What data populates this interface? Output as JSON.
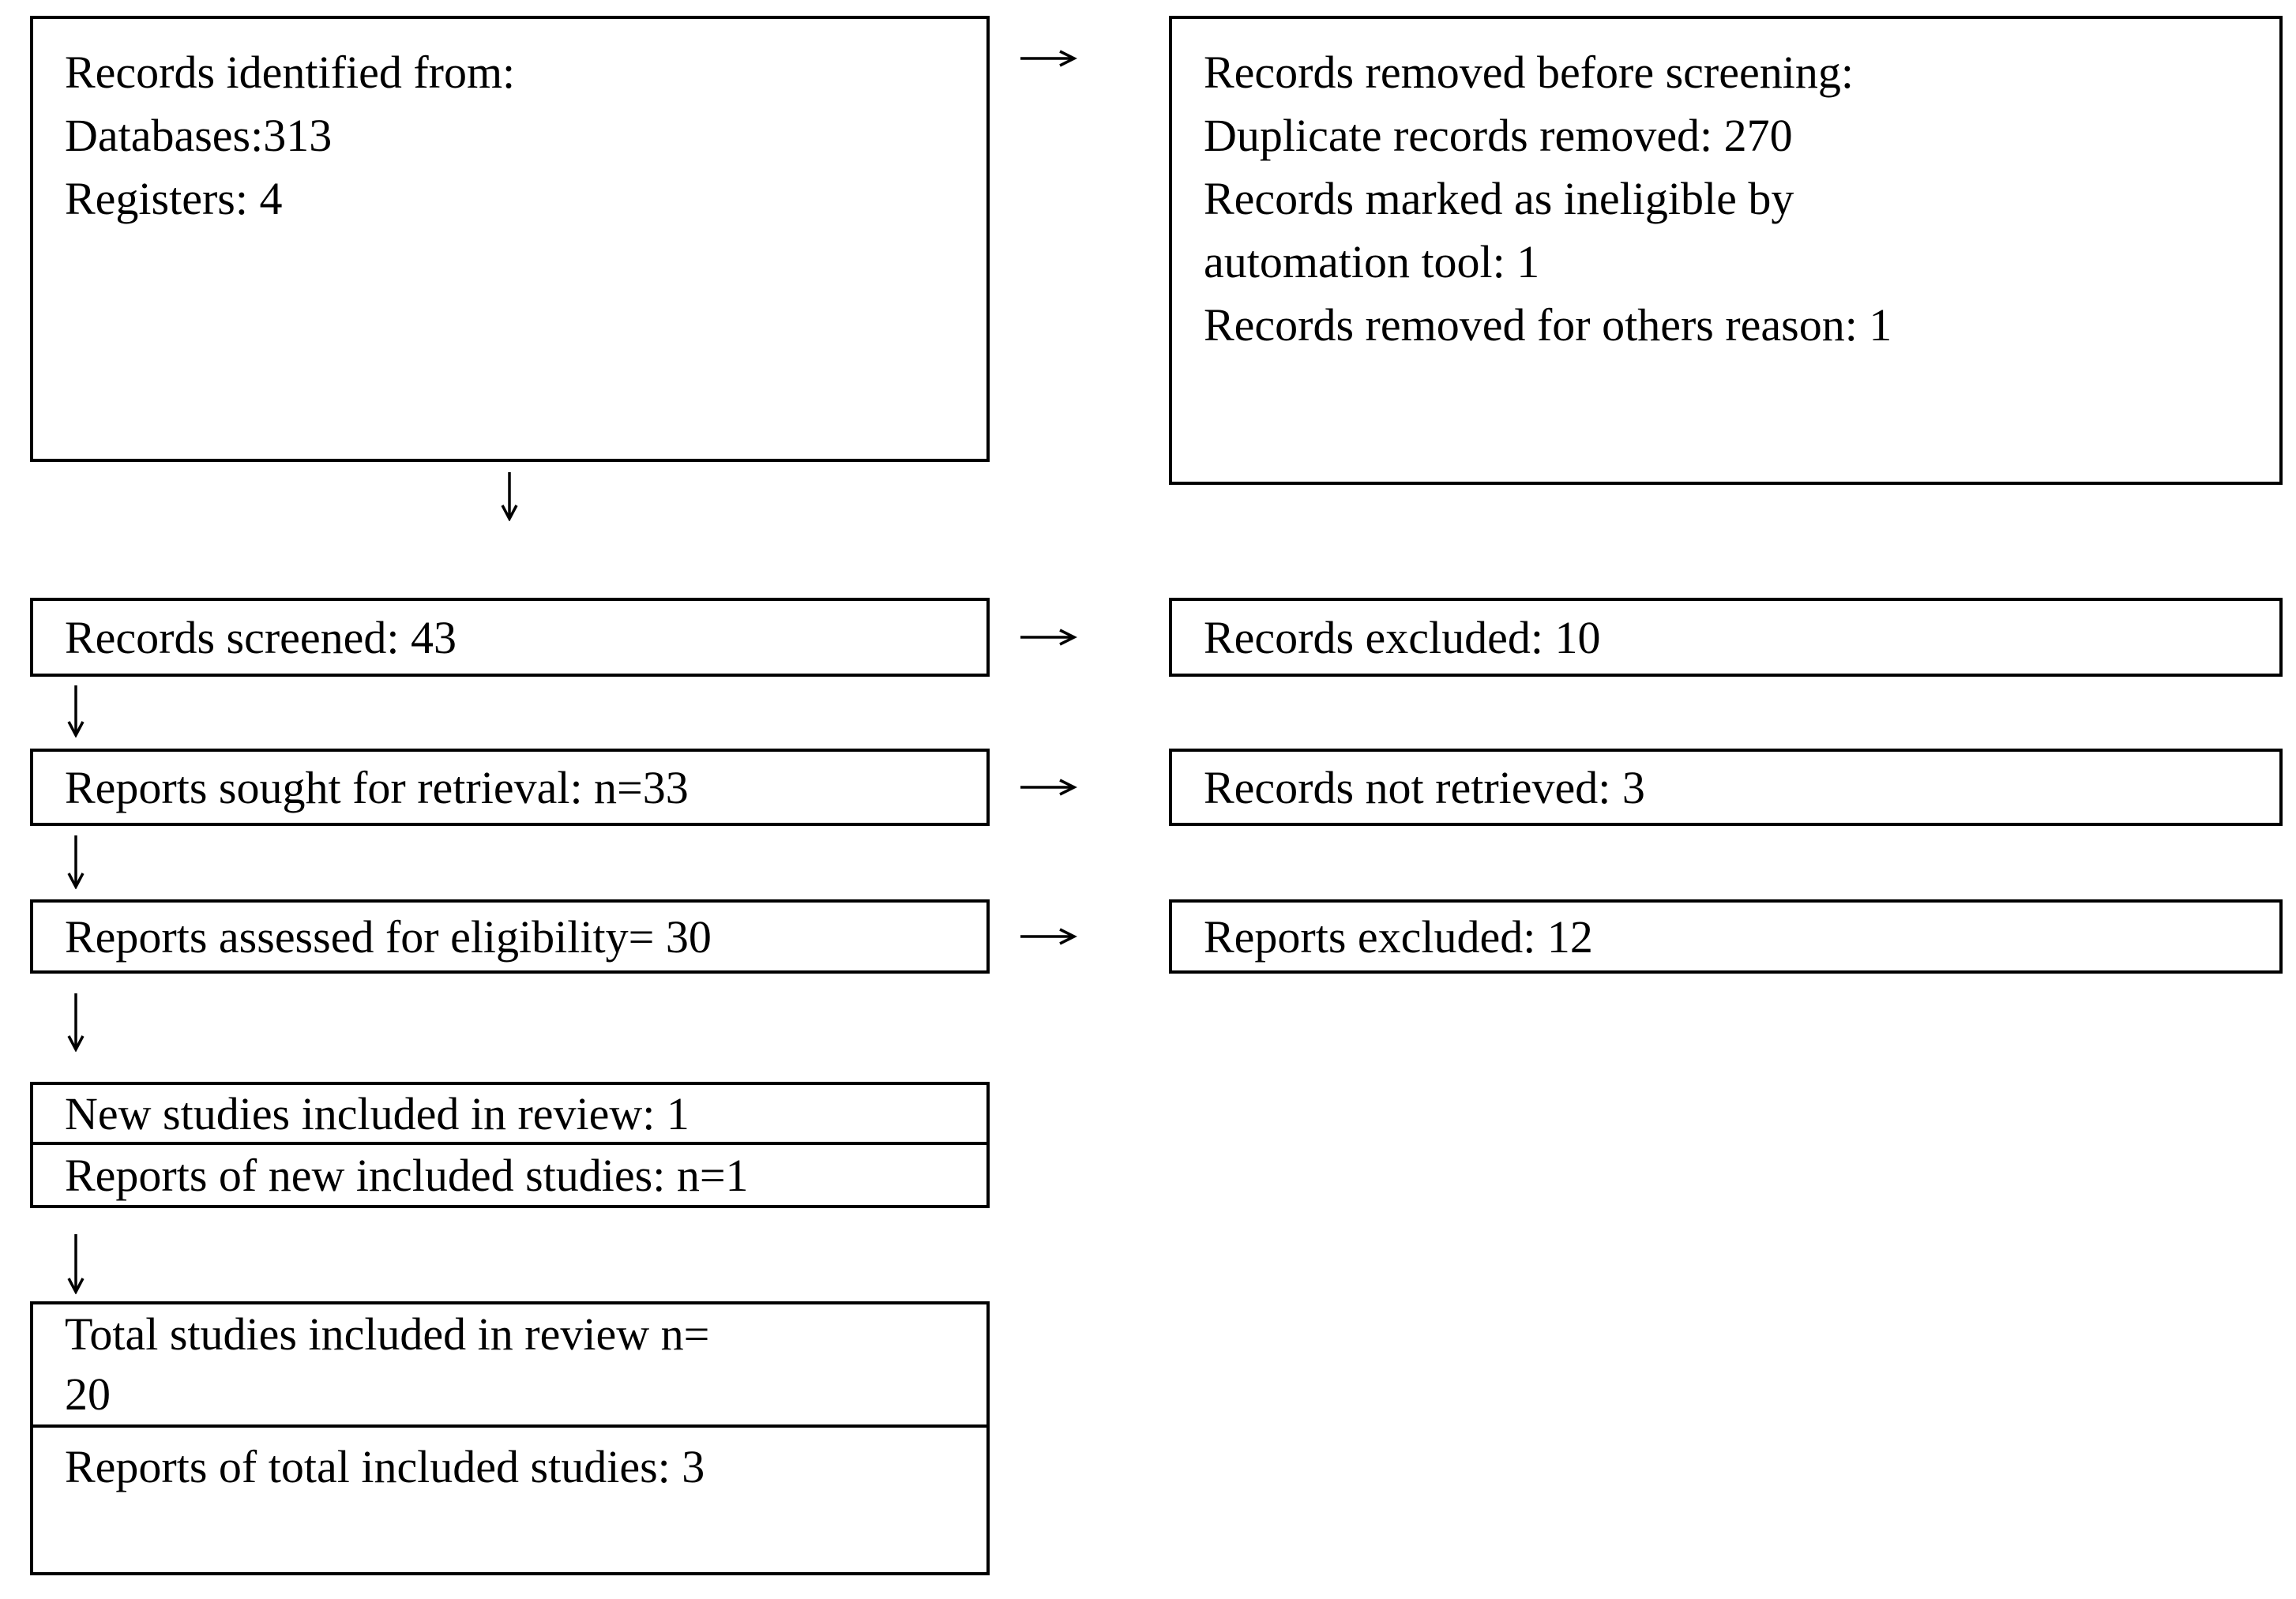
{
  "flow": {
    "identification": {
      "left_lines": [
        "Records identified from:",
        "Databases:313",
        "Registers: 4"
      ],
      "right_lines": [
        "Records removed before screening:",
        "Duplicate records removed: 270",
        "Records marked as ineligible by",
        "automation tool: 1",
        "Records removed for others reason: 1"
      ]
    },
    "screening": {
      "screened": "Records screened: 43",
      "records_excluded": "Records excluded: 10",
      "sought": "Reports sought for retrieval: n=33",
      "not_retrieved": "Records not retrieved: 3",
      "assessed": "Reports assessed for eligibility= 30",
      "reports_excluded": "Reports excluded: 12"
    },
    "included": {
      "new_studies": "New studies included in review: 1",
      "new_reports": "Reports of new included studies: n=1",
      "total_studies_line1": "Total studies included in review n=",
      "total_studies_line2": "20",
      "total_reports": "Reports of total included studies: 3"
    },
    "counts": {
      "databases": 313,
      "registers": 4,
      "duplicates_removed": 270,
      "automation_ineligible": 1,
      "other_reason_removed": 1,
      "screened": 43,
      "records_excluded": 10,
      "sought_retrieval": 33,
      "not_retrieved": 3,
      "assessed_eligibility": 30,
      "reports_excluded": 12,
      "new_studies_included": 1,
      "reports_new_included": 1,
      "total_studies_included": 20,
      "reports_total_included": 3
    }
  },
  "colors": {
    "background": "#ffffff",
    "border": "#000000",
    "text": "#000000"
  }
}
